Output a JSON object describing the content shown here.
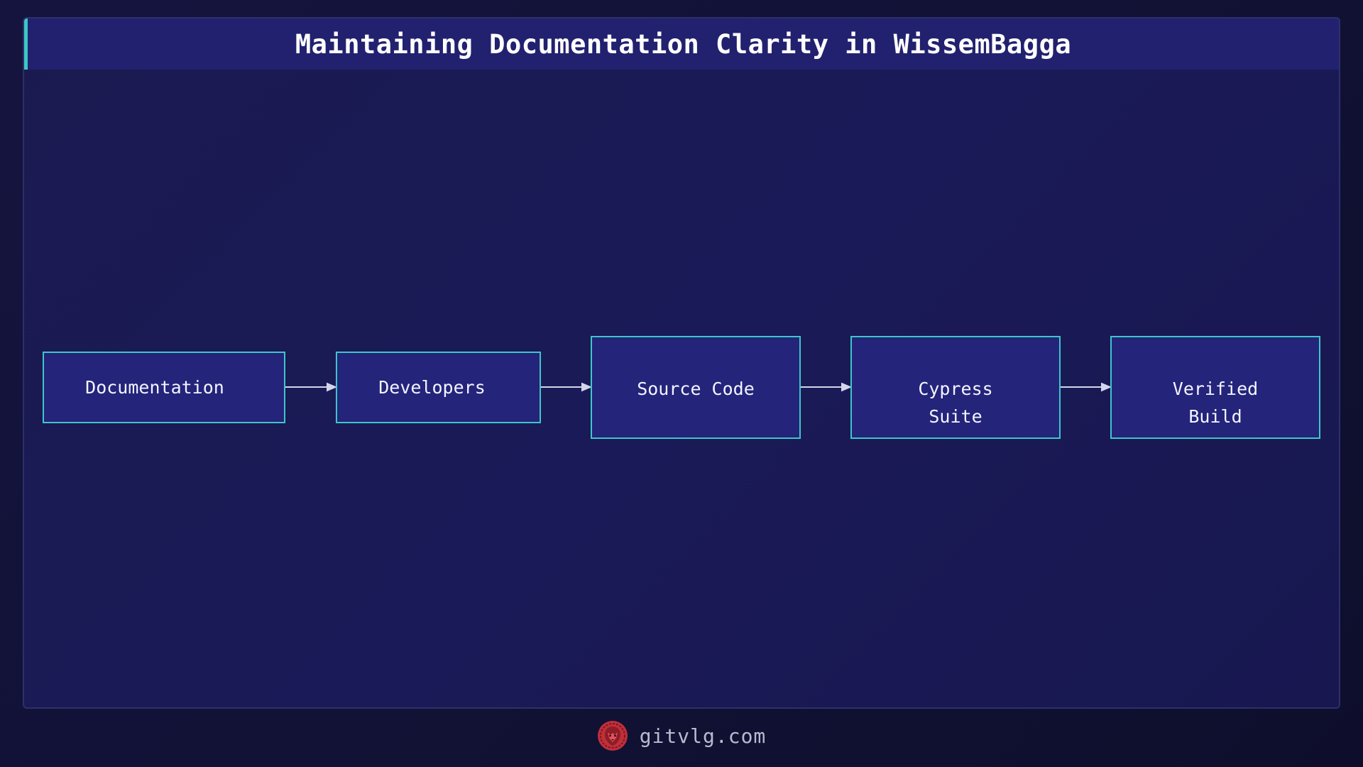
{
  "header": {
    "title": "Maintaining Documentation Clarity in WissemBagga"
  },
  "diagram": {
    "nodes": [
      {
        "id": "documentation",
        "label": "Documentation"
      },
      {
        "id": "developers",
        "label": "Developers"
      },
      {
        "id": "source-code",
        "label": "Source Code"
      },
      {
        "id": "cypress-suite",
        "label": "Cypress\nSuite"
      },
      {
        "id": "verified-build",
        "label": "Verified\nBuild"
      }
    ],
    "edges": [
      {
        "from": "documentation",
        "to": "developers"
      },
      {
        "from": "developers",
        "to": "source-code"
      },
      {
        "from": "source-code",
        "to": "cypress-suite"
      },
      {
        "from": "cypress-suite",
        "to": "verified-build"
      }
    ]
  },
  "footer": {
    "site": "gitvlg.com",
    "logo_icon": "lion-head-icon"
  },
  "colors": {
    "accent": "#3cc7c4",
    "node_fill": "#23247a",
    "header_fill": "#22216f",
    "logo_red": "#c0303a"
  }
}
